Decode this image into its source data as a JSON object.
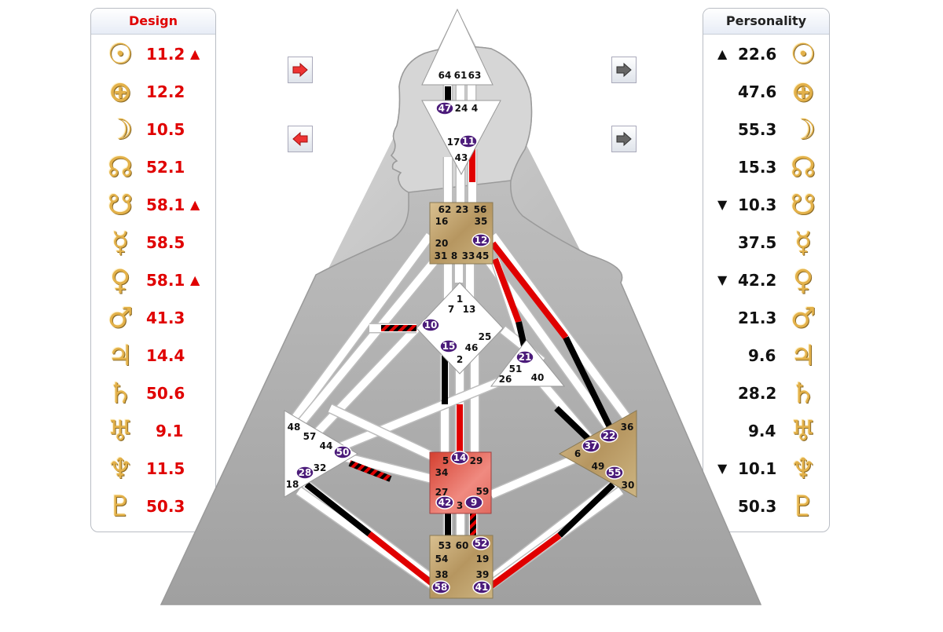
{
  "design": {
    "title": "Design",
    "rows": [
      {
        "planet": "sun-icon",
        "glyph": "☉",
        "value": "11.2",
        "mark": "▲"
      },
      {
        "planet": "earth-icon",
        "glyph": "⊕",
        "value": "12.2",
        "mark": ""
      },
      {
        "planet": "moon-icon",
        "glyph": "☽",
        "value": "10.5",
        "mark": ""
      },
      {
        "planet": "north-node-icon",
        "glyph": "☊",
        "value": "52.1",
        "mark": ""
      },
      {
        "planet": "south-node-icon",
        "glyph": "☋",
        "value": "58.1",
        "mark": "▲"
      },
      {
        "planet": "mercury-icon",
        "glyph": "☿",
        "value": "58.5",
        "mark": ""
      },
      {
        "planet": "venus-icon",
        "glyph": "♀",
        "value": "58.1",
        "mark": "▲"
      },
      {
        "planet": "mars-icon",
        "glyph": "♂",
        "value": "41.3",
        "mark": ""
      },
      {
        "planet": "jupiter-icon",
        "glyph": "♃",
        "value": "14.4",
        "mark": ""
      },
      {
        "planet": "saturn-icon",
        "glyph": "♄",
        "value": "50.6",
        "mark": ""
      },
      {
        "planet": "uranus-icon",
        "glyph": "♅",
        "value": "9.1",
        "mark": ""
      },
      {
        "planet": "neptune-icon",
        "glyph": "♆",
        "value": "11.5",
        "mark": ""
      },
      {
        "planet": "pluto-icon",
        "glyph": "♇",
        "value": "50.3",
        "mark": ""
      }
    ]
  },
  "personality": {
    "title": "Personality",
    "rows": [
      {
        "planet": "sun-icon",
        "glyph": "☉",
        "value": "22.6",
        "mark": "▲"
      },
      {
        "planet": "earth-icon",
        "glyph": "⊕",
        "value": "47.6",
        "mark": ""
      },
      {
        "planet": "moon-icon",
        "glyph": "☽",
        "value": "55.3",
        "mark": ""
      },
      {
        "planet": "north-node-icon",
        "glyph": "☊",
        "value": "15.3",
        "mark": ""
      },
      {
        "planet": "south-node-icon",
        "glyph": "☋",
        "value": "10.3",
        "mark": "▼"
      },
      {
        "planet": "mercury-icon",
        "glyph": "☿",
        "value": "37.5",
        "mark": ""
      },
      {
        "planet": "venus-icon",
        "glyph": "♀",
        "value": "42.2",
        "mark": "▼"
      },
      {
        "planet": "mars-icon",
        "glyph": "♂",
        "value": "21.3",
        "mark": ""
      },
      {
        "planet": "jupiter-icon",
        "glyph": "♃",
        "value": "9.6",
        "mark": ""
      },
      {
        "planet": "saturn-icon",
        "glyph": "♄",
        "value": "28.2",
        "mark": ""
      },
      {
        "planet": "uranus-icon",
        "glyph": "♅",
        "value": "9.4",
        "mark": ""
      },
      {
        "planet": "neptune-icon",
        "glyph": "♆",
        "value": "10.1",
        "mark": "▼"
      },
      {
        "planet": "pluto-icon",
        "glyph": "♇",
        "value": "50.3",
        "mark": ""
      }
    ]
  },
  "nav": {
    "design_next": "arrow-right-icon",
    "design_prev": "arrow-left-icon",
    "personality_next": "arrow-right-icon",
    "personality_next2": "arrow-right-icon"
  },
  "colors": {
    "design": "#e00000",
    "personality": "#111111",
    "defined_ego": "#b69660",
    "defined_sacral": "#e0574b",
    "active_gate": "#4b1b7a"
  },
  "gates": {
    "head": [
      "64",
      "61",
      "63"
    ],
    "ajna": [
      "47",
      "24",
      "4",
      "17",
      "11",
      "43"
    ],
    "throat": [
      "62",
      "23",
      "56",
      "16",
      "35",
      "20",
      "12",
      "31",
      "8",
      "33",
      "45"
    ],
    "g": [
      "1",
      "7",
      "13",
      "10",
      "25",
      "15",
      "46",
      "2"
    ],
    "ego": [
      "21",
      "51",
      "26",
      "40"
    ],
    "spleen": [
      "48",
      "57",
      "44",
      "50",
      "32",
      "28",
      "18"
    ],
    "sacral": [
      "5",
      "14",
      "29",
      "34",
      "27",
      "42",
      "3",
      "9",
      "59"
    ],
    "solar": [
      "36",
      "22",
      "37",
      "6",
      "49",
      "55",
      "30"
    ],
    "root": [
      "53",
      "60",
      "52",
      "54",
      "19",
      "38",
      "39",
      "58",
      "41"
    ]
  }
}
